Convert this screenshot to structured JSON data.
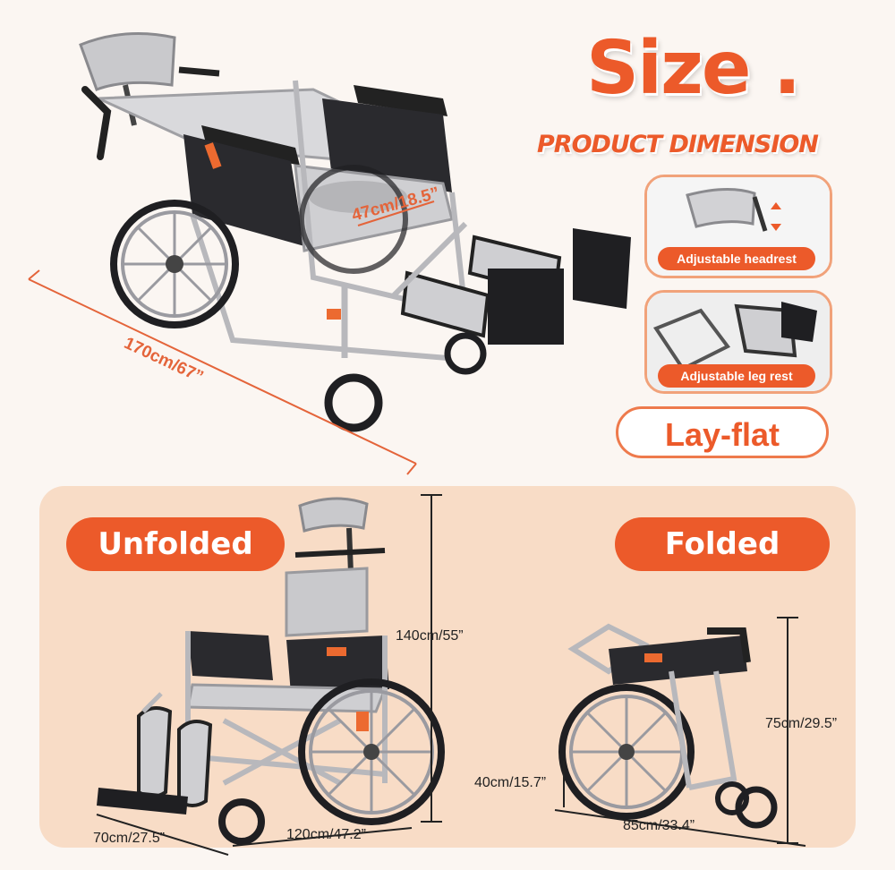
{
  "header": {
    "title": "Size .",
    "subtitle": "PRODUCT DIMENSION"
  },
  "features": [
    {
      "label": "Adjustable headrest",
      "icon": "headrest-photo"
    },
    {
      "label": "Adjustable leg rest",
      "icon": "legrest-photo"
    }
  ],
  "lay_flat_label": "Lay-flat",
  "top_dimensions": {
    "seat_width": "47cm/18.5”",
    "total_length": "170cm/67”"
  },
  "unfolded": {
    "label": "Unfolded",
    "height": "140cm/55”",
    "length": "120cm/47.2”",
    "width": "70cm/27.5”"
  },
  "folded": {
    "label": "Folded",
    "height": "75cm/29.5”",
    "length": "85cm/33.4”",
    "width": "40cm/15.7”"
  },
  "colors": {
    "accent": "#ec5a2a",
    "panel": "#f8dcc6",
    "frame": "#b8b8bc",
    "black": "#1f1f22"
  }
}
